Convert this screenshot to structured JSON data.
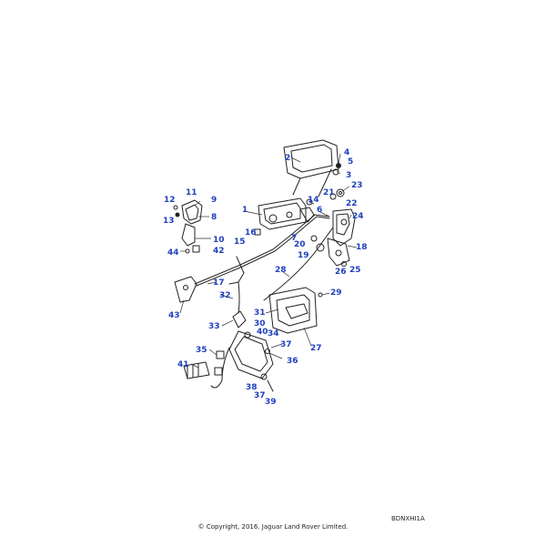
{
  "diagram": {
    "reference_code": "BDNXHI1A",
    "copyright": "© Copyright, 2016. Jaguar Land Rover Limited.",
    "callouts": [
      "1",
      "2",
      "3",
      "4",
      "5",
      "6",
      "7",
      "8",
      "9",
      "10",
      "11",
      "12",
      "13",
      "14",
      "15",
      "16",
      "17",
      "18",
      "19",
      "20",
      "21",
      "22",
      "23",
      "24",
      "25",
      "26",
      "27",
      "28",
      "29",
      "30",
      "31",
      "32",
      "33",
      "34",
      "35",
      "36",
      "37",
      "37",
      "38",
      "39",
      "40",
      "41",
      "42",
      "43",
      "44"
    ]
  }
}
